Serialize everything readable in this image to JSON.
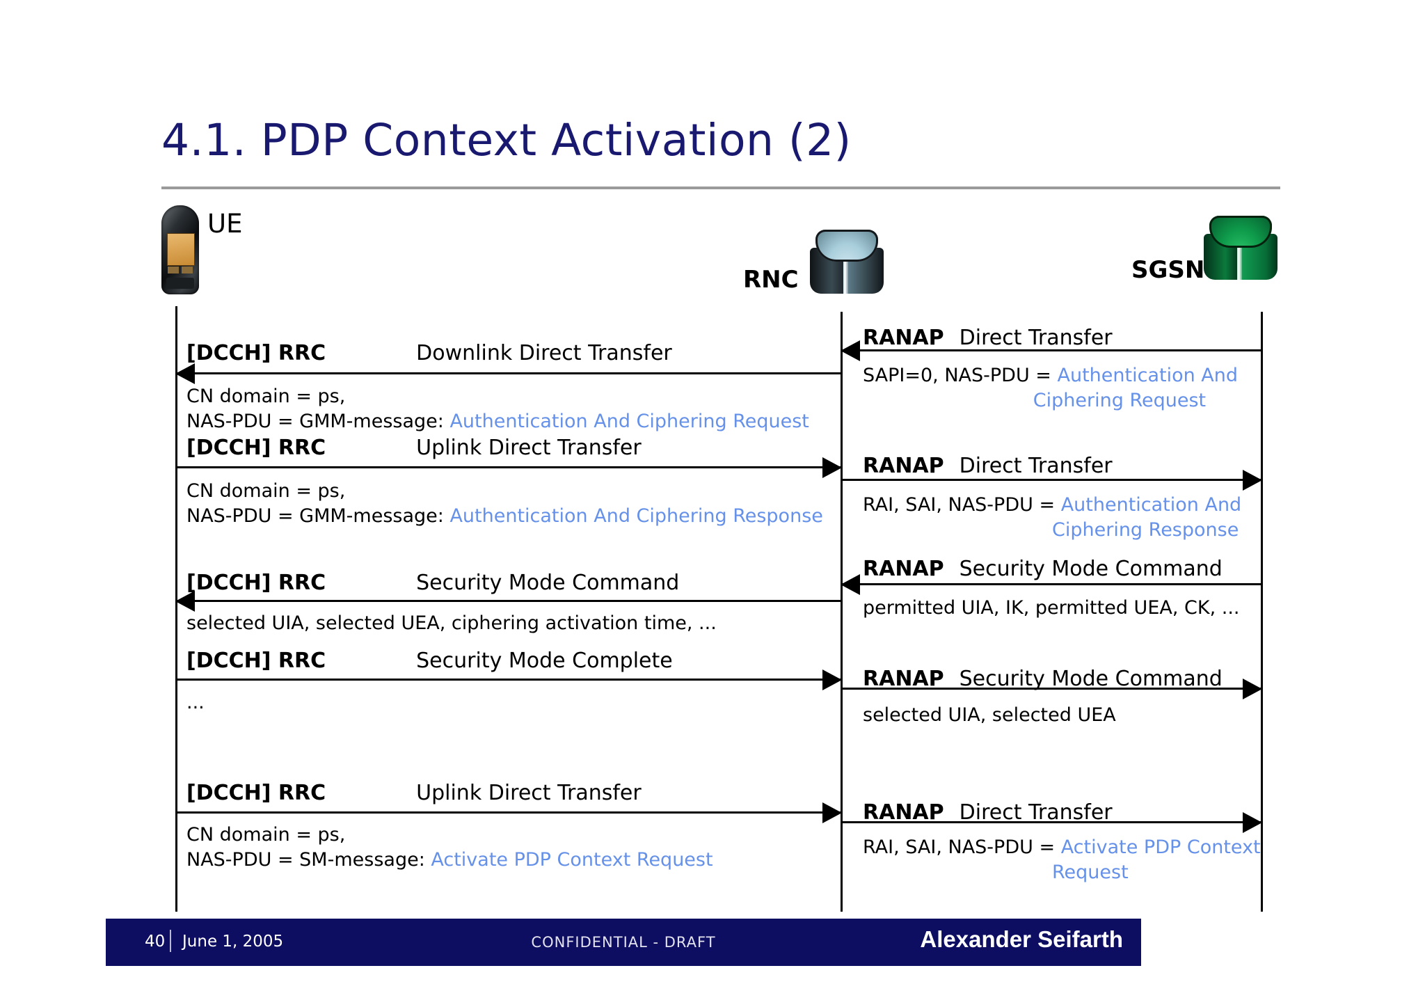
{
  "slide": {
    "title": "4.1. PDP Context Activation (2)",
    "accent_color": "#191970",
    "highlight_color": "#6691e8"
  },
  "actors": [
    {
      "id": "ue",
      "label": "UE",
      "icon": "mobile-phone-icon"
    },
    {
      "id": "rnc",
      "label": "RNC",
      "icon": "cube-icon-blue"
    },
    {
      "id": "sgsn",
      "label": "SGSN",
      "icon": "cube-icon-green"
    }
  ],
  "left_messages": [
    {
      "protocol": "[DCCH] RRC",
      "name": "Downlink Direct Transfer",
      "direction": "left",
      "body_lines": [
        {
          "plain": "CN domain = ps,"
        },
        {
          "plain": "NAS-PDU = GMM-message: ",
          "highlight": "Authentication And Ciphering Request"
        }
      ]
    },
    {
      "protocol": "[DCCH] RRC",
      "name": "Uplink Direct Transfer",
      "direction": "right",
      "body_lines": [
        {
          "plain": "CN domain = ps,"
        },
        {
          "plain": "NAS-PDU = GMM-message: ",
          "highlight": "Authentication And Ciphering Response"
        }
      ]
    },
    {
      "protocol": "[DCCH] RRC",
      "name": "Security Mode Command",
      "direction": "left",
      "body_lines": [
        {
          "plain": "selected UIA, selected UEA, ciphering activation time, ..."
        }
      ]
    },
    {
      "protocol": "[DCCH] RRC",
      "name": "Security Mode Complete",
      "direction": "right",
      "body_lines": [
        {
          "plain": "..."
        }
      ]
    },
    {
      "protocol": "[DCCH] RRC",
      "name": "Uplink Direct Transfer",
      "direction": "right",
      "body_lines": [
        {
          "plain": "CN domain = ps,"
        },
        {
          "plain": "NAS-PDU = SM-message: ",
          "highlight": "Activate PDP Context Request"
        }
      ]
    }
  ],
  "right_messages": [
    {
      "protocol": "RANAP",
      "name": "Direct Transfer",
      "direction": "left",
      "body_lines": [
        {
          "plain": "SAPI=0, NAS-PDU = ",
          "highlight": "Authentication And"
        },
        {
          "plain": "",
          "highlight": "Ciphering Request"
        }
      ]
    },
    {
      "protocol": "RANAP",
      "name": "Direct Transfer",
      "direction": "right",
      "body_lines": [
        {
          "plain": "RAI, SAI, NAS-PDU = ",
          "highlight": "Authentication And"
        },
        {
          "plain": "",
          "highlight": "Ciphering Response"
        }
      ]
    },
    {
      "protocol": "RANAP",
      "name": "Security Mode Command",
      "direction": "left",
      "body_lines": [
        {
          "plain": "permitted UIA, IK, permitted UEA, CK, ..."
        }
      ]
    },
    {
      "protocol": "RANAP",
      "name": "Security Mode Command",
      "direction": "right",
      "body_lines": [
        {
          "plain": "selected UIA, selected UEA"
        }
      ]
    },
    {
      "protocol": "RANAP",
      "name": "Direct Transfer",
      "direction": "right",
      "body_lines": [
        {
          "plain": "RAI, SAI, NAS-PDU = ",
          "highlight": "Activate PDP Context"
        },
        {
          "plain": "",
          "highlight": "Request"
        }
      ]
    }
  ],
  "footer": {
    "page": "40",
    "date": "June 1, 2005",
    "confidential": "CONFIDENTIAL - DRAFT",
    "author": "Alexander Seifarth",
    "bar_color": "#0d0d61"
  }
}
